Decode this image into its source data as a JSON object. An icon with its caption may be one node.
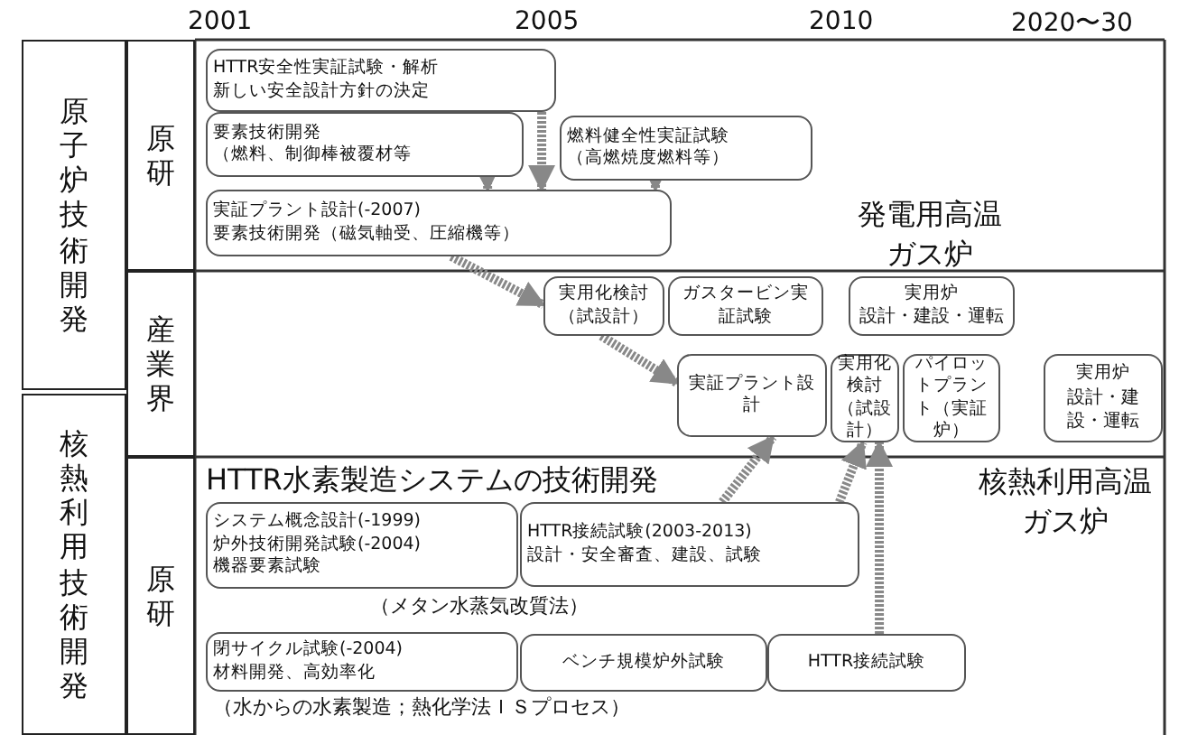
{
  "diagram": {
    "nodes": [
      {
        "text": [
          "原子炉技術開発"
        ]
      },
      {
        "text": [
          "核熱利用技術開発"
        ]
      },
      {
        "text": [
          "原研"
        ]
      },
      {
        "text": [
          "産業界"
        ]
      },
      {
        "text": [
          "原研"
        ]
      },
      {
        "text": [
          "HTTR安全性実証試験・解析",
          "新しい安全設計方針の決定"
        ]
      },
      {
        "text": [
          "要素技術開発",
          "（燃料、制御棒被覆材等"
        ]
      },
      {
        "text": [
          "燃料健全性実証試験",
          "（高燃焼度燃料等）"
        ]
      },
      {
        "text": [
          "実証プラント設計(-2007)",
          "要素技術開発（磁気軸受、圧縮機等）"
        ]
      },
      {
        "text": [
          "実用化検討（試設計）"
        ]
      },
      {
        "text": [
          "ガスタービン実証試験"
        ]
      },
      {
        "text": [
          "実用炉",
          "設計・建設・運転"
        ]
      },
      {
        "text": [
          "実証プラント設計"
        ]
      },
      {
        "text": [
          "実用化検討（試設計）"
        ]
      },
      {
        "text": [
          "パイロットプラント（実証炉）"
        ]
      },
      {
        "text": [
          "実用炉",
          "設計・建設・運転"
        ]
      },
      {
        "text": [
          "システム概念設計(-1999)",
          "炉外技術開発試験(-2004)",
          "機器要素試験"
        ]
      },
      {
        "text": [
          "HTTR接続試験(2003-2013)",
          "設計・安全審査、建設、試験"
        ]
      },
      {
        "text": [
          "閉サイクル試験(-2004)",
          "材料開発、高効率化"
        ]
      },
      {
        "text": [
          "ベンチ規模炉外試験"
        ]
      },
      {
        "text": [
          "HTTR接続試験"
        ]
      }
    ],
    "edges": [
      {
        "from": 5,
        "to": 8,
        "arrow": "to"
      },
      {
        "from": 6,
        "to": 8,
        "arrow": "to"
      },
      {
        "from": 7,
        "to": 8,
        "arrow": "to"
      },
      {
        "from": 8,
        "to": 9,
        "arrow": "to"
      },
      {
        "from": 9,
        "to": 12,
        "arrow": "to"
      },
      {
        "from": 17,
        "to": 12,
        "arrow": "to"
      },
      {
        "from": 17,
        "to": 13,
        "arrow": "to"
      },
      {
        "from": 20,
        "to": 13,
        "arrow": "to"
      }
    ],
    "labels": [
      "2001",
      "2005",
      "2010",
      "2020〜30",
      "発電用高温ガス炉",
      "HTTR水素製造システムの技術開発",
      "核熱利用高温ガス炉",
      "（メタン水蒸気改質法）",
      "（水からの水素製造；熱化学法ＩＳプロセス）"
    ]
  }
}
